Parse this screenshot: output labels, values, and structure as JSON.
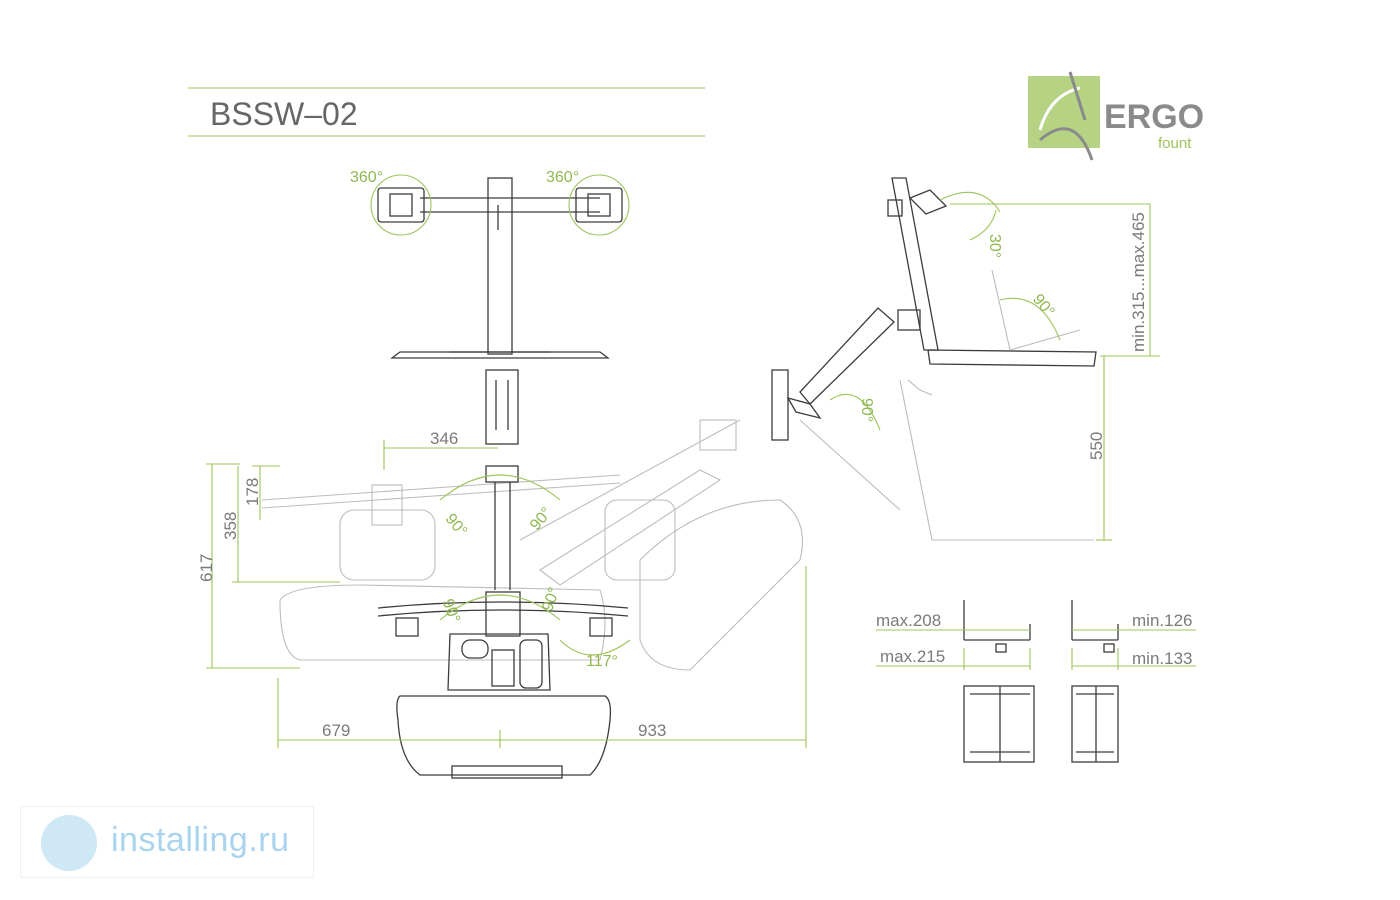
{
  "title": "BSSW–02",
  "logo": {
    "name": "ERGO",
    "subtitle": "fount",
    "color": "#9cc45a",
    "icon": "ergofount-logo-icon"
  },
  "watermark": {
    "text": "installing.ru",
    "icon": "installing-badge-icon"
  },
  "colors": {
    "dimension": "#9cc45a",
    "line": "#3c3c3c",
    "faded": "#bdbdbd",
    "label": "#7a7a7a"
  },
  "dimensions": {
    "rot_left": "360°",
    "rot_right": "360°",
    "width_346": "346",
    "d178": "178",
    "d358": "358",
    "d617": "617",
    "a90_1": "90°",
    "a90_2": "90°",
    "a90_3": "90°",
    "a90_4": "90°",
    "a117": "117°",
    "d679": "679",
    "d933": "933",
    "tilt30": "30°",
    "side90_top": "90°",
    "side90_arm": "90°",
    "height_range": "min.315...max.465",
    "d550": "550",
    "max208": "max.208",
    "max215": "max.215",
    "min126": "min.126",
    "min133": "min.133"
  }
}
